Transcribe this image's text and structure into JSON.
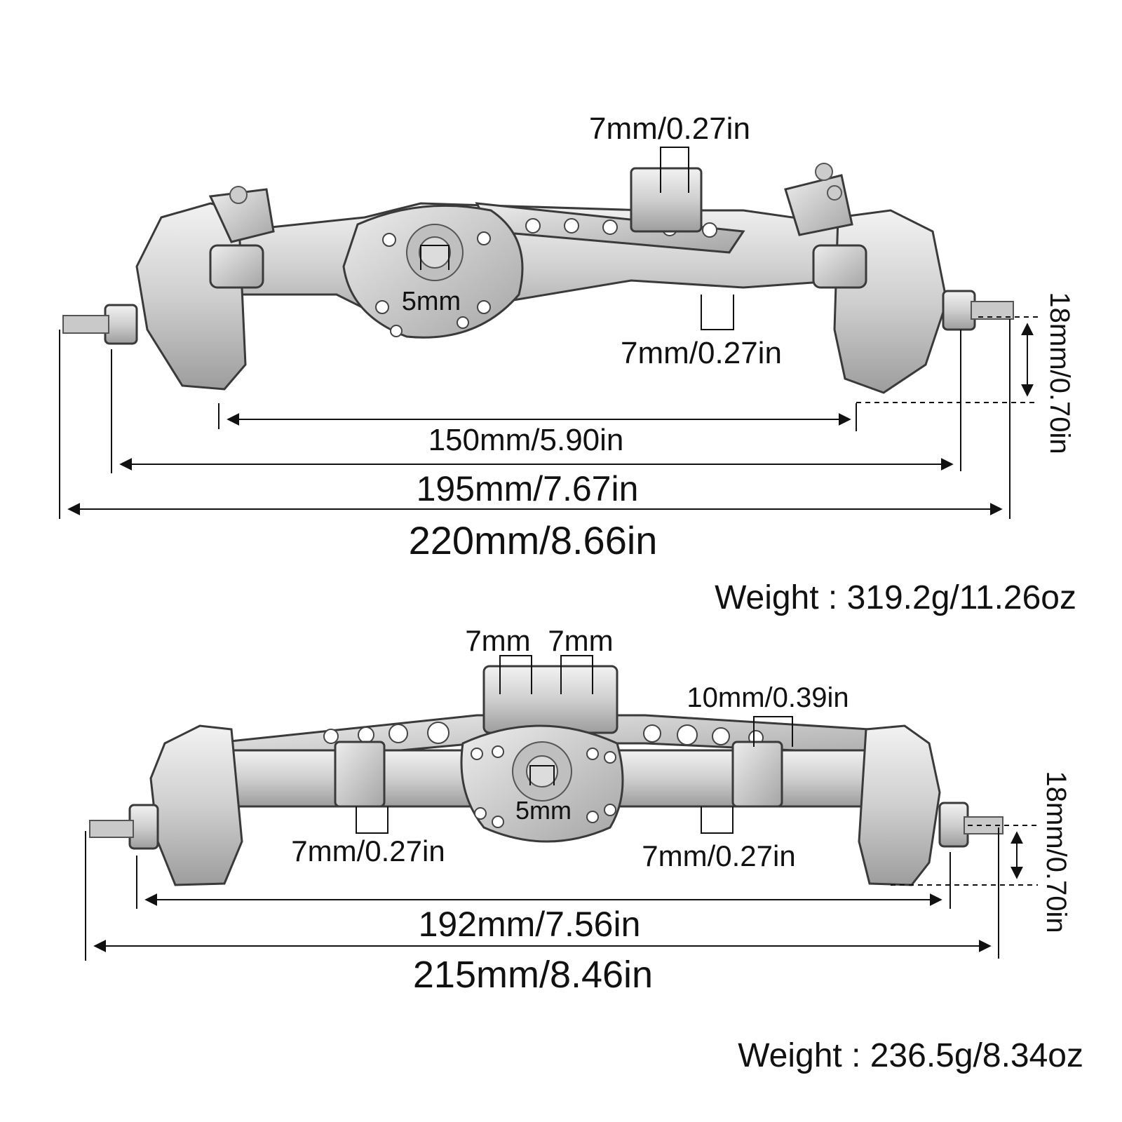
{
  "front_axle": {
    "pinion_top": "7mm/0.27in",
    "pinion_bottom": "7mm/0.27in",
    "center": "5mm",
    "height": "18mm/0.70in",
    "width_inner": "150mm/5.90in",
    "width_mid": "195mm/7.67in",
    "width_outer": "220mm/8.66in",
    "weight": "Weight : 319.2g/11.26oz"
  },
  "rear_axle": {
    "top_left": "7mm",
    "top_right": "7mm",
    "right_link": "10mm/0.39in",
    "bottom_left": "7mm/0.27in",
    "bottom_right": "7mm/0.27in",
    "center": "5mm",
    "height": "18mm/0.70in",
    "width_inner": "192mm/7.56in",
    "width_outer": "215mm/8.46in",
    "weight": "Weight : 236.5g/8.34oz"
  },
  "colors": {
    "housing": "#d4d4d4",
    "housing_dark": "#a9a9a9",
    "line": "#111111"
  }
}
